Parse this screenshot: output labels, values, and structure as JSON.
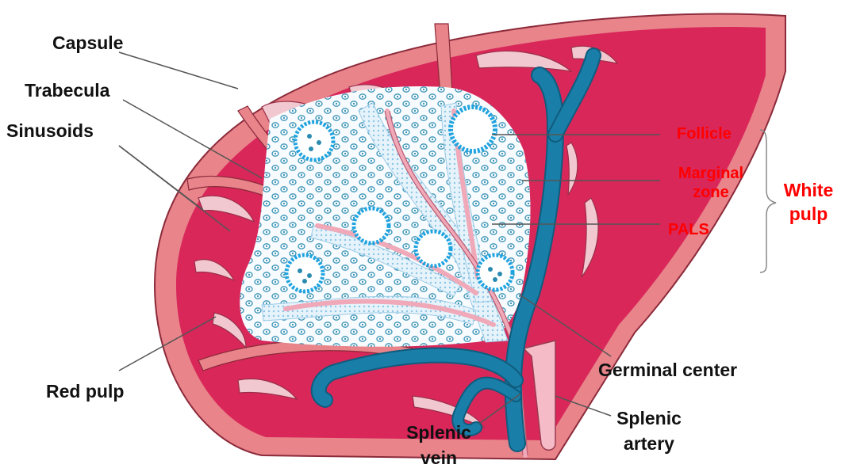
{
  "labels": {
    "capsule": "Capsule",
    "trabecula": "Trabecula",
    "sinusoids": "Sinusoids",
    "red_pulp": "Red pulp",
    "follicle": "Follicle",
    "marginal_zone_line1": "Marginal",
    "marginal_zone_line2": "zone",
    "pals": "PALS",
    "white_pulp_line1": "White",
    "white_pulp_line2": "pulp",
    "germinal_center": "Germinal center",
    "splenic_vein_line1": "Splenic",
    "splenic_vein_line2": "vein",
    "splenic_artery_line1": "Splenic",
    "splenic_artery_line2": "artery"
  },
  "colors": {
    "capsule": "#e8848a",
    "red_pulp": "#d9275a",
    "trabecula": "#f2b8c0",
    "white_pulp": "#d4e8f6",
    "lymphocyte_ring": "#2a8bb0",
    "follicle_ring": "#1fa3e0",
    "vein": "#1a7fa8",
    "artery": "#f5bcc8",
    "label_black": "#111111",
    "label_red": "#ff0000",
    "leader_line": "#555555"
  }
}
